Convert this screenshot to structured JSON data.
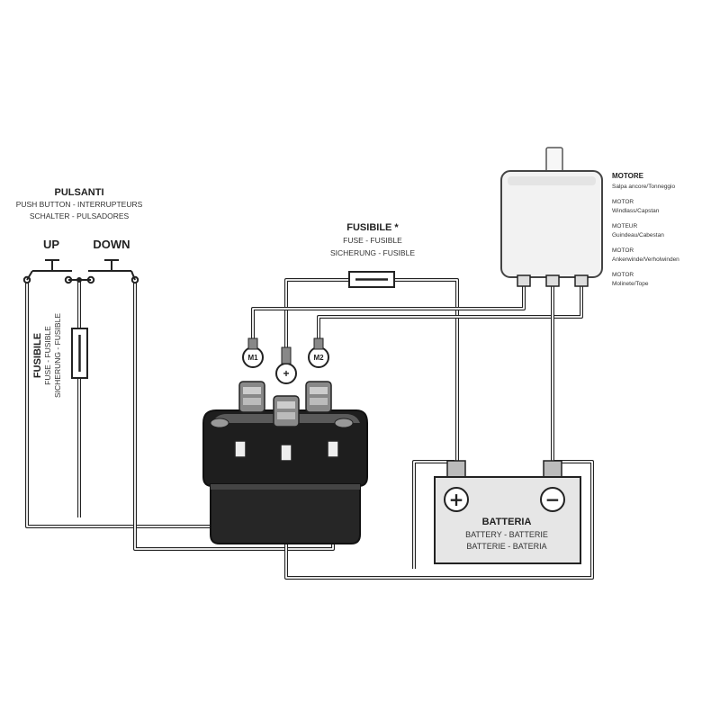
{
  "switches": {
    "title": "PULSANTI",
    "subtitle_1": "PUSH BUTTON - INTERRUPTEURS",
    "subtitle_2": "SCHALTER - PULSADORES",
    "up_label": "UP",
    "down_label": "DOWN"
  },
  "fuse_left": {
    "title": "FUSIBILE",
    "subtitle_1": "FUSE - FUSIBLE",
    "subtitle_2": "SICHERUNG - FUSIBLE"
  },
  "fuse_top": {
    "title": "FUSIBILE *",
    "subtitle_1": "FUSE - FUSIBLE",
    "subtitle_2": "SICHERUNG - FUSIBLE"
  },
  "motor": {
    "title": "MOTORE",
    "line_1": "Salpa ancore/Tonneggio",
    "title_2": "MOTOR",
    "line_2": "Windlass/Capstan",
    "title_3": "MOTEUR",
    "line_3": "Guindeau/Cabestan",
    "title_4": "MOTOR",
    "line_4": "Ankerwinde/Verholwinden",
    "title_5": "MOTOR",
    "line_5": "Molinete/Tope"
  },
  "solenoid": {
    "m1_label": "M1",
    "plus_label": "+",
    "m2_label": "M2"
  },
  "battery": {
    "title": "BATTERIA",
    "subtitle_1": "BATTERY - BATTERIE",
    "subtitle_2": "BATTERIE - BATERIA",
    "plus_symbol": "+",
    "minus_symbol": "−"
  },
  "colors": {
    "line": "#222222",
    "housing": "#1e1e1e",
    "battery_fill": "#e6e6e6",
    "motor_fill": "#f2f2f2"
  }
}
